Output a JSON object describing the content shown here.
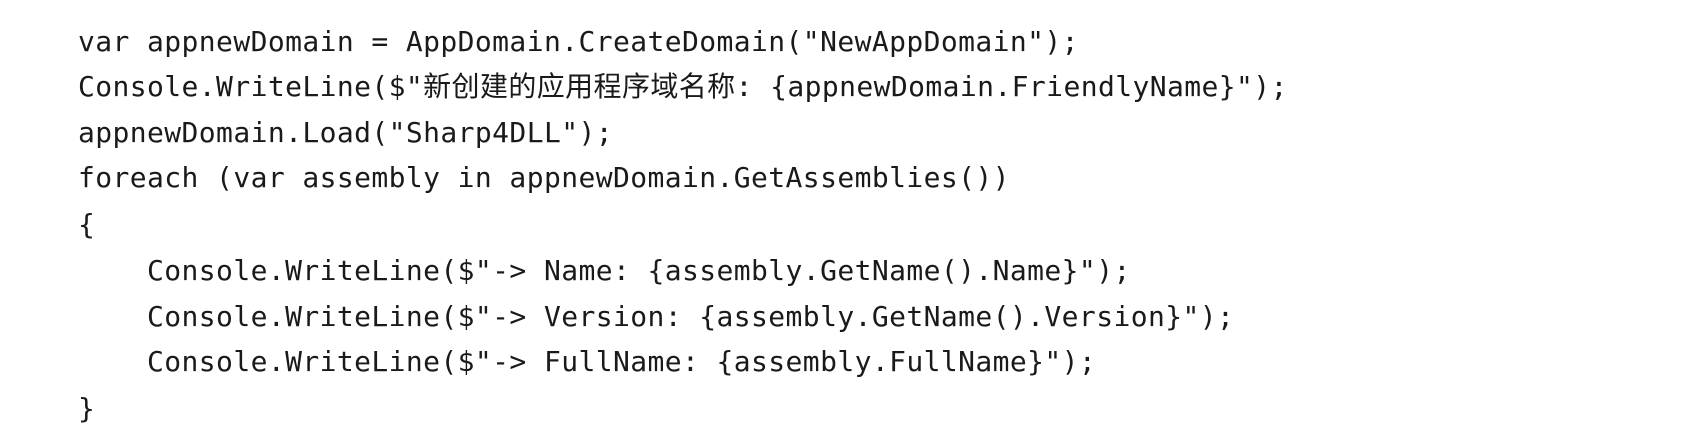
{
  "code": {
    "lines": [
      "var appnewDomain = AppDomain.CreateDomain(\"NewAppDomain\");",
      "Console.WriteLine($\"新创建的应用程序域名称: {appnewDomain.FriendlyName}\");",
      "appnewDomain.Load(\"Sharp4DLL\");",
      "foreach (var assembly in appnewDomain.GetAssemblies())",
      "{",
      "    Console.WriteLine($\"-> Name: {assembly.GetName().Name}\");",
      "    Console.WriteLine($\"-> Version: {assembly.GetName().Version}\");",
      "    Console.WriteLine($\"-> FullName: {assembly.FullName}\");",
      "}"
    ]
  }
}
